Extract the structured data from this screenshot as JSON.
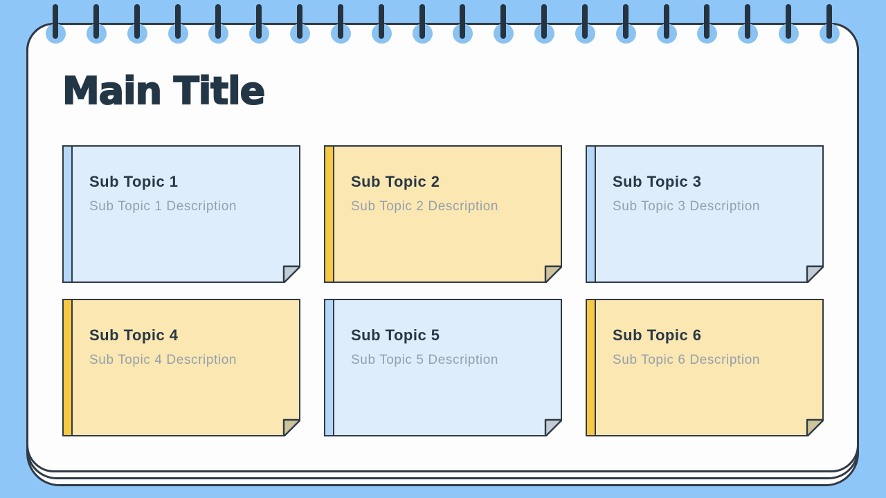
{
  "slide": {
    "title": "Main Title"
  },
  "notebook": {
    "ring_count": 20
  },
  "colors": {
    "background": "#8EC6F7",
    "page": "#FDFDFD",
    "outline": "#2F3A45",
    "ring": "#8AC2F2",
    "pin": "#263441",
    "title_text": "#233646",
    "card_title_text": "#2A3845",
    "card_desc_text": "#94A0AC",
    "blue_body": "#DEEDFB",
    "blue_strip": "#B5D8F8",
    "blue_fold": "#C3CCD6",
    "yellow_body": "#FBE7B2",
    "yellow_strip": "#F6C845",
    "yellow_fold": "#CDC49B"
  },
  "cards": [
    {
      "title": "Sub Topic 1",
      "description": "Sub Topic 1 Description",
      "variant": "blue"
    },
    {
      "title": "Sub Topic 2",
      "description": "Sub Topic 2 Description",
      "variant": "yellow"
    },
    {
      "title": "Sub Topic 3",
      "description": "Sub Topic 3 Description",
      "variant": "blue"
    },
    {
      "title": "Sub Topic 4",
      "description": "Sub Topic 4 Description",
      "variant": "yellow"
    },
    {
      "title": "Sub Topic 5",
      "description": "Sub Topic 5 Description",
      "variant": "blue"
    },
    {
      "title": "Sub Topic 6",
      "description": "Sub Topic 6 Description",
      "variant": "yellow"
    }
  ]
}
